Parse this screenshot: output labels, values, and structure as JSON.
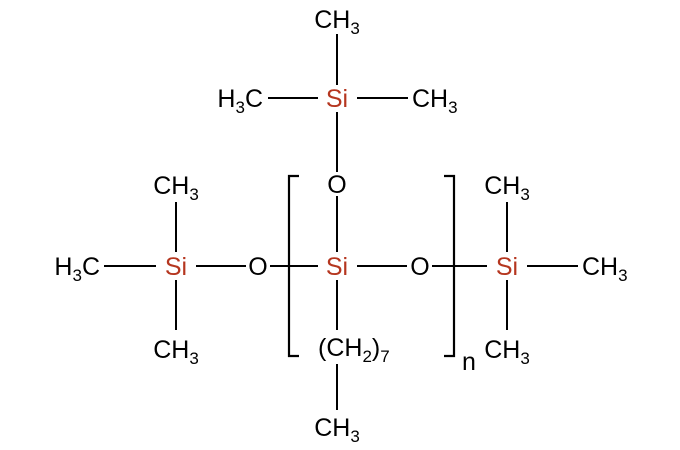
{
  "structure": {
    "atoms": {
      "si": "Si",
      "o": "O",
      "carbon": "CH",
      "carbon_end": "C",
      "hydrogen": "H"
    },
    "subscripts": {
      "methyl_h": "3",
      "methylene_h": "2",
      "chain_length": "7"
    },
    "chain": {
      "open": "(",
      "close": ")"
    },
    "repeat_index": "n"
  },
  "colors": {
    "silicon": "#b5361f",
    "bonds_and_text": "#000000",
    "background": "#ffffff"
  }
}
